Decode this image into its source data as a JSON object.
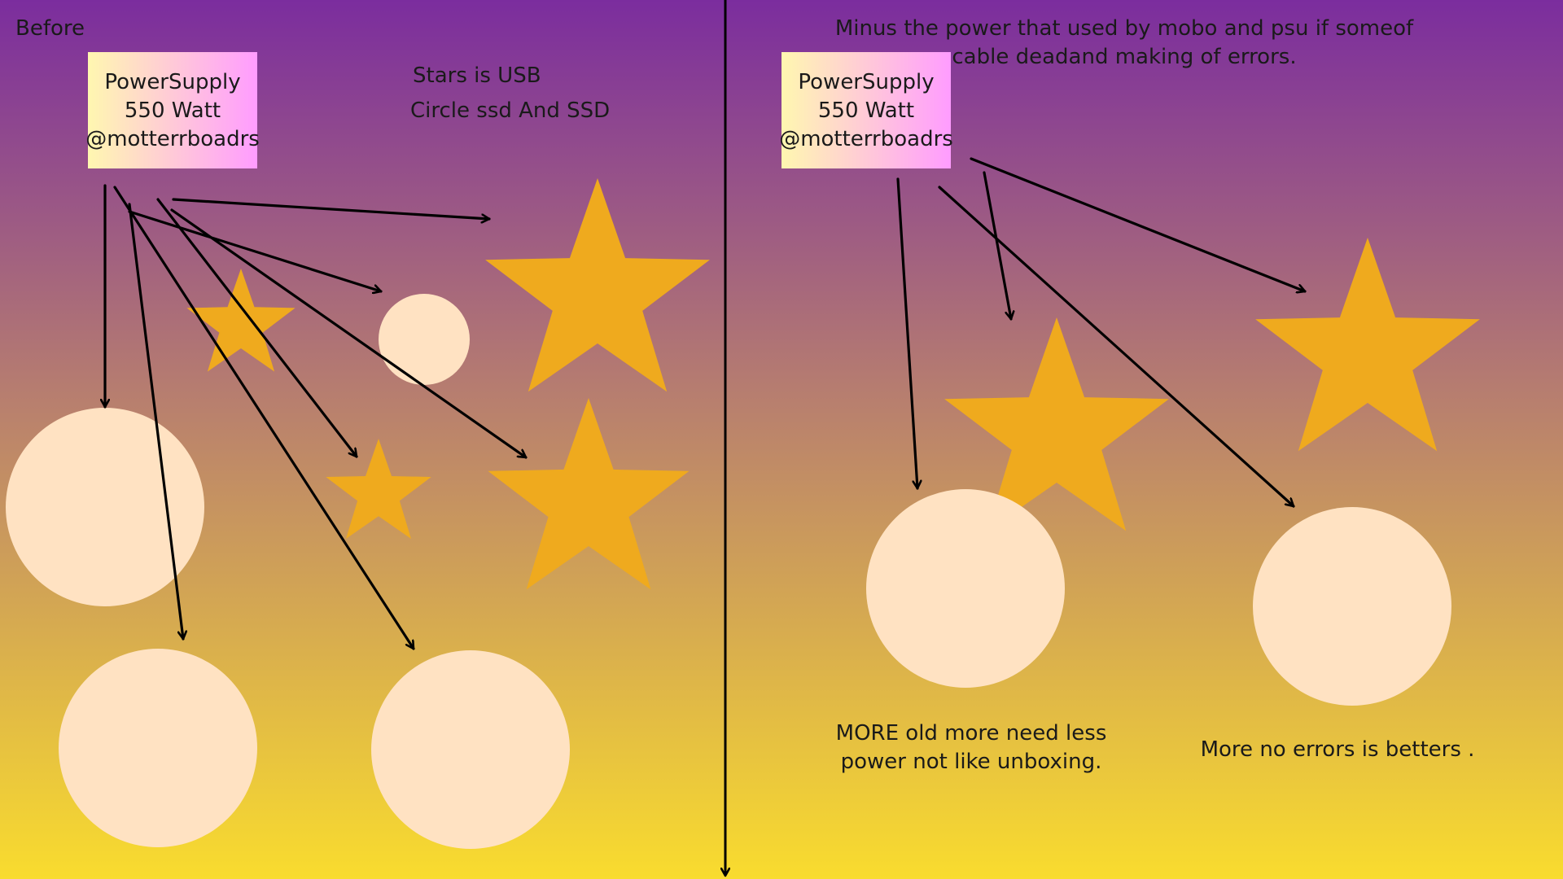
{
  "colors": {
    "background_top": "#7b2d9e",
    "background_mid": "#b77e6f",
    "background_bottom": "#f9dc2e",
    "star": "#efaa1e",
    "circle": "#ffe2c2",
    "psu_box_left": "#fff7b0",
    "psu_box_right": "#ff9cff",
    "arrow": "#000000"
  },
  "left_panel": {
    "title": "Before",
    "psu_box": {
      "line1": "PowerSupply",
      "line2": "550 Watt",
      "line3": "@motterrboadrs"
    },
    "legend": {
      "line1": "Stars is USB",
      "line2": "Circle ssd And SSD"
    }
  },
  "right_panel": {
    "header": {
      "line1": "Minus the power that used by mobo and psu if someof",
      "line2": "cable deadand making of errors."
    },
    "psu_box": {
      "line1": "PowerSupply",
      "line2": "550 Watt",
      "line3": "@motterrboadrs"
    },
    "caption_left": {
      "line1": "MORE old more need less",
      "line2": "power not like unboxing."
    },
    "caption_right": "More no errors is betters ."
  },
  "icons": {
    "usb": "star-icon",
    "ssd": "circle-icon"
  }
}
